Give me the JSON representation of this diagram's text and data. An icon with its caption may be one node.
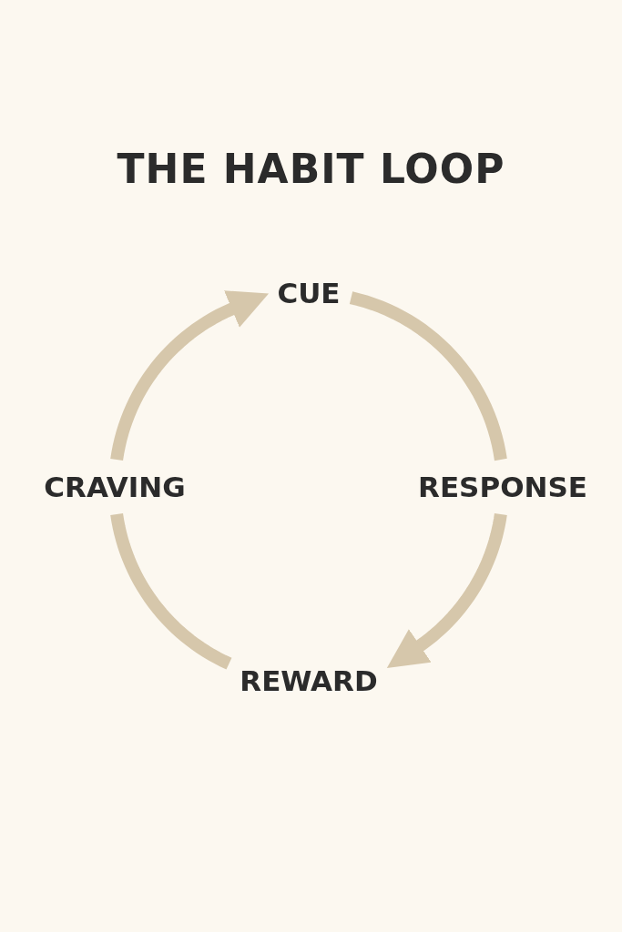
{
  "diagram": {
    "title": "THE HABIT LOOP",
    "nodes": [
      {
        "text": [
          "CUE"
        ]
      },
      {
        "text": [
          "RESPONSE"
        ]
      },
      {
        "text": [
          "REWARD"
        ]
      },
      {
        "text": [
          "CRAVING"
        ]
      }
    ],
    "edges": [
      {
        "from": 0,
        "to": 1,
        "arrow": "none"
      },
      {
        "from": 1,
        "to": 2,
        "arrow": "to"
      },
      {
        "from": 2,
        "to": 3,
        "arrow": "none"
      },
      {
        "from": 3,
        "to": 0,
        "arrow": "to"
      }
    ]
  }
}
